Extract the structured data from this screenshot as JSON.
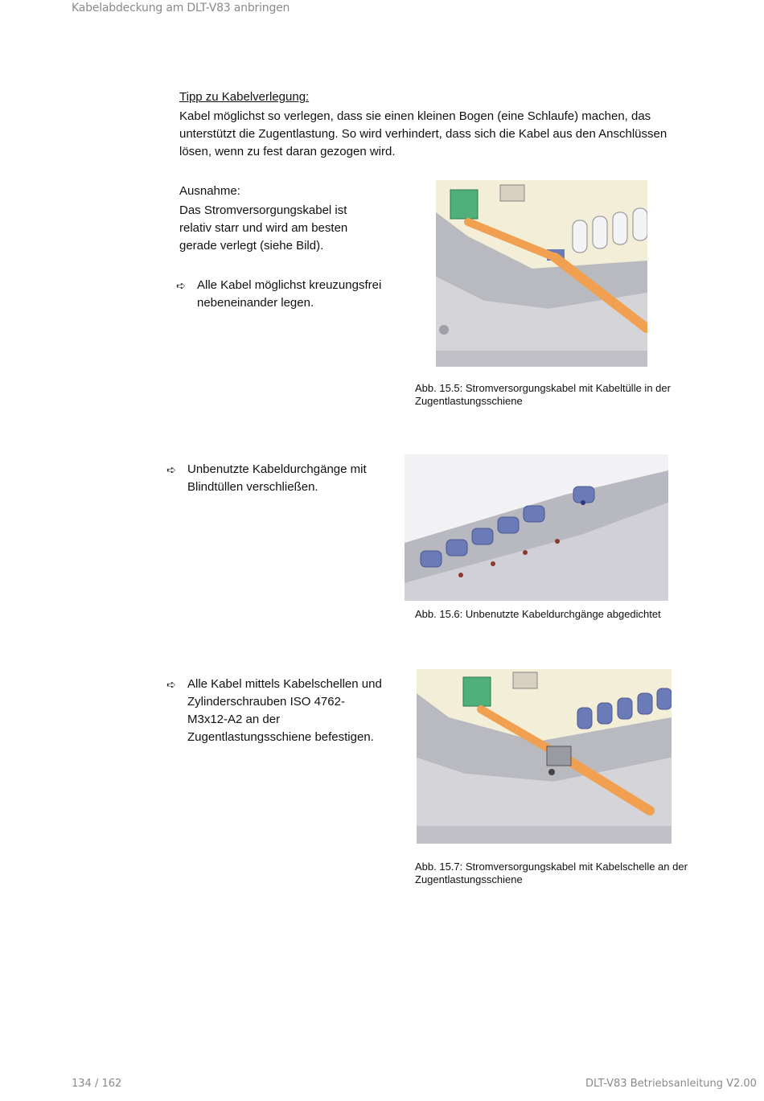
{
  "header": {
    "running_title": "Kabelabdeckung am DLT-V83 anbringen"
  },
  "tip": {
    "title": "Tipp zu Kabelverlegung:",
    "body": "Kabel möglichst so verlegen, dass sie einen kleinen Bogen (eine Schlaufe) machen, das unterstützt die Zugentlastung. So wird verhindert, dass sich die Kabel aus den Anschlüssen lösen, wenn zu fest daran gezogen wird."
  },
  "exception": {
    "title": "Ausnahme:",
    "body": "Das Stromversorgungskabel ist relativ starr und wird am besten gerade verlegt (siehe Bild)."
  },
  "steps": [
    {
      "arrow": "➪",
      "text": "Alle Kabel möglichst kreuzungsfrei nebeneinander legen."
    },
    {
      "arrow": "➪",
      "text": "Unbenutzte Kabeldurchgänge mit Blindtüllen verschließen."
    },
    {
      "arrow": "➪",
      "text": "Alle Kabel mittels Kabelschellen und Zylinderschrauben ISO 4762-M3x12-A2 an der Zugentlastungsschiene befestigen."
    }
  ],
  "figures": [
    {
      "caption": "Abb. 15.5: Stromversorgungskabel mit Kabeltülle in der Zugentlastungsschiene"
    },
    {
      "caption": "Abb. 15.6: Unbenutzte Kabeldurchgänge abgedichtet"
    },
    {
      "caption": "Abb. 15.7: Stromversorgungskabel mit Kabelschelle an der Zugentlastungsschiene"
    }
  ],
  "colors": {
    "cable": "#f0a050",
    "connector": "#4fb07a",
    "grommet": "#6b7bb8",
    "housing": "#c8c8cc",
    "panel": "#f2eed8"
  },
  "footer": {
    "page": "134 / 162",
    "doc_title": "DLT-V83 Betriebsanleitung V2.00"
  }
}
